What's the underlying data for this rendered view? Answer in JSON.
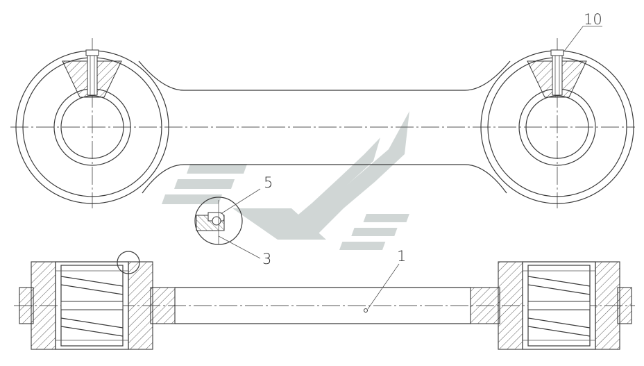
{
  "callouts": {
    "part_1": "1",
    "part_3": "3",
    "part_5": "5",
    "part_10": "10"
  },
  "colors": {
    "line": "#3a3a3a",
    "watermark": "#c8d0ce"
  }
}
